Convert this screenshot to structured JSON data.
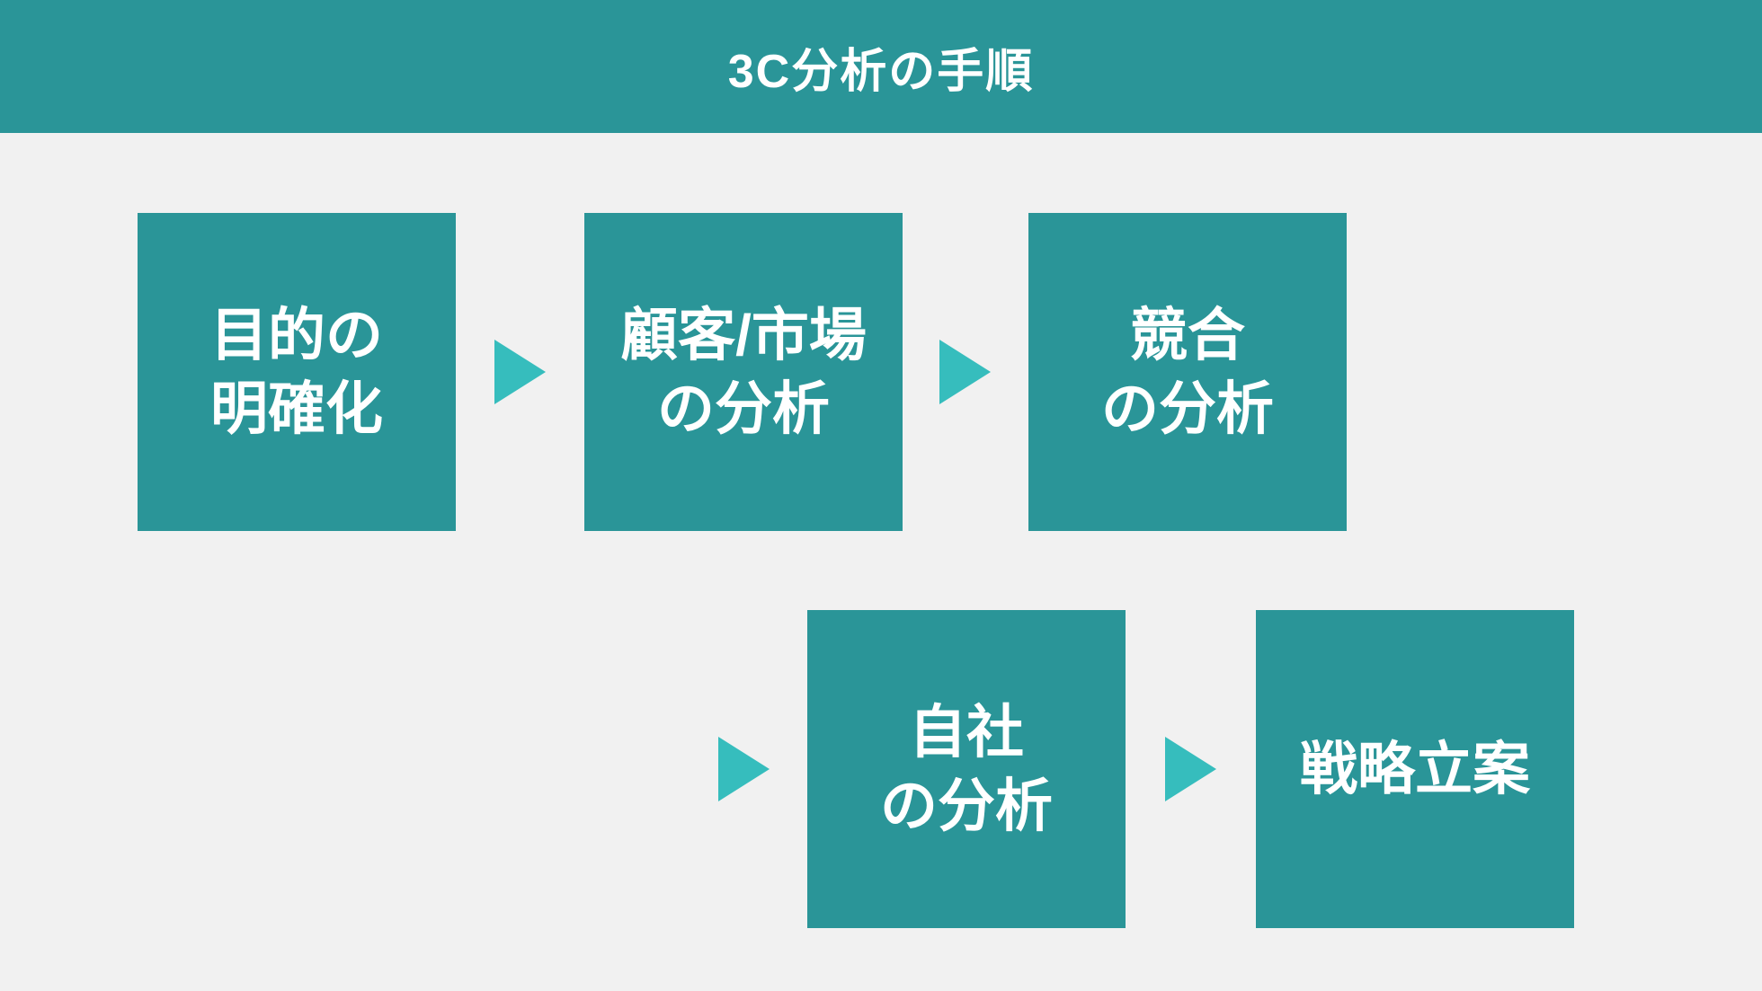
{
  "title": "3C分析の手順",
  "colors": {
    "teal": "#2A9598",
    "arrow": "#36BDBD",
    "bg": "#F1F1F1",
    "text": "#FFFFFF"
  },
  "steps": [
    {
      "id": "purpose",
      "lines": [
        "目的の",
        "明確化"
      ]
    },
    {
      "id": "customer-market",
      "lines": [
        "顧客/市場",
        "の分析"
      ]
    },
    {
      "id": "competitor",
      "lines": [
        "競合",
        "の分析"
      ]
    },
    {
      "id": "company",
      "lines": [
        "自社",
        "の分析"
      ]
    },
    {
      "id": "strategy",
      "lines": [
        "戦略立案"
      ]
    }
  ],
  "arrows": [
    {
      "name": "arrow-purpose-to-customer"
    },
    {
      "name": "arrow-customer-to-competitor"
    },
    {
      "name": "arrow-competitor-to-company"
    },
    {
      "name": "arrow-company-to-strategy"
    }
  ]
}
